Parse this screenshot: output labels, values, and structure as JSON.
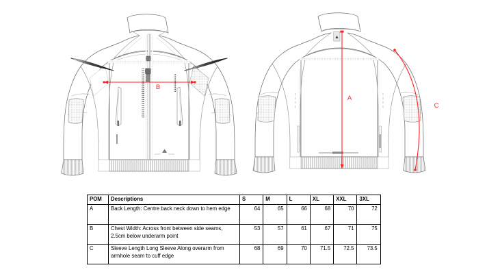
{
  "drawings": {
    "front": {
      "name": "Front view technical flat of softshell jacket",
      "measurement_label": "B"
    },
    "back": {
      "name": "Back view technical flat of softshell jacket",
      "measurement_label_vertical": "A",
      "measurement_label_curve": "C"
    },
    "accent_color": "#ff2020",
    "line_color": "#6e6e6e"
  },
  "table": {
    "headers": [
      "POM",
      "Descriptions",
      "S",
      "M",
      "L",
      "XL",
      "XXL",
      "3XL"
    ],
    "rows": [
      {
        "pom": "A",
        "description": "Back Length: Centre back neck down to hem edge",
        "sizes": [
          "64",
          "65",
          "66",
          "68",
          "70",
          "72"
        ]
      },
      {
        "pom": "B",
        "description": "Chest Width: Across front between side seams, 2.5cm below underarm point",
        "sizes": [
          "53",
          "57",
          "61",
          "67",
          "71",
          "75"
        ]
      },
      {
        "pom": "C",
        "description": "Sleeve Length Long Sleeve Along overarm from armhole seam to cuff edge",
        "sizes": [
          "68",
          "69",
          "70",
          "71.5",
          "72.5",
          "73.5"
        ]
      }
    ]
  }
}
